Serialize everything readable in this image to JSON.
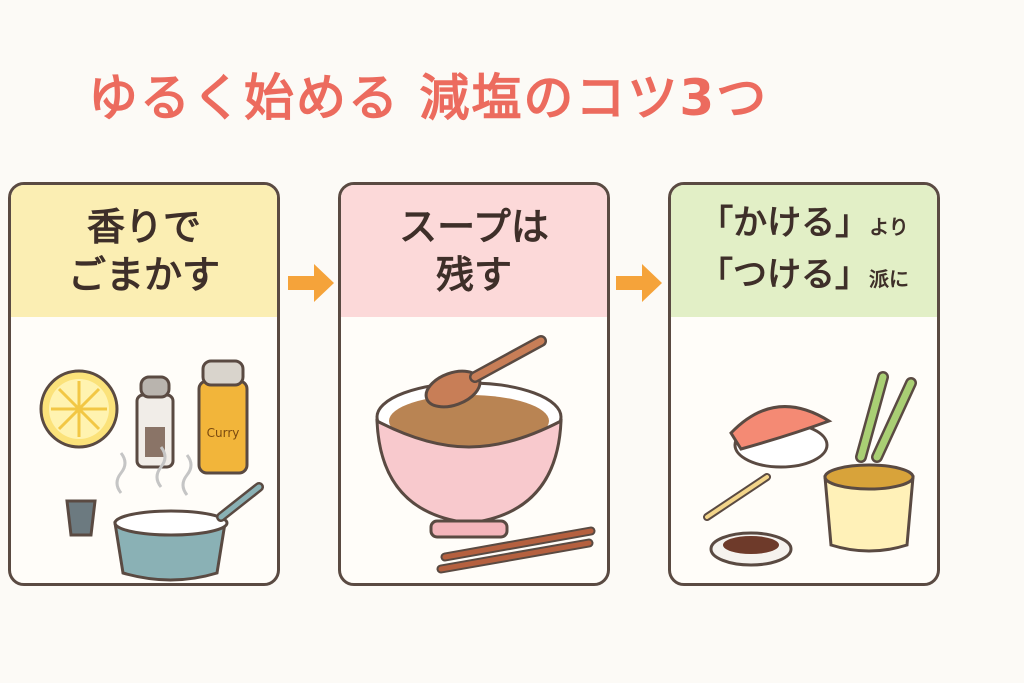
{
  "title": "ゆるく始める 減塩のコツ3つ",
  "panels": [
    {
      "line1": "香りで",
      "line2": "ごまかす",
      "accent": "#fbeeb3",
      "spice_label": "Curry"
    },
    {
      "line1": "スープは",
      "line2": "残す",
      "accent": "#fcd9d9"
    },
    {
      "line1_main": "「かける」",
      "line1_small": "より",
      "line2_main": "「つける」",
      "line2_small": "派に",
      "accent": "#e2efc6"
    }
  ],
  "colors": {
    "title": "#ec6b5e",
    "arrow": "#f5a33a",
    "border": "#5a4a42"
  }
}
